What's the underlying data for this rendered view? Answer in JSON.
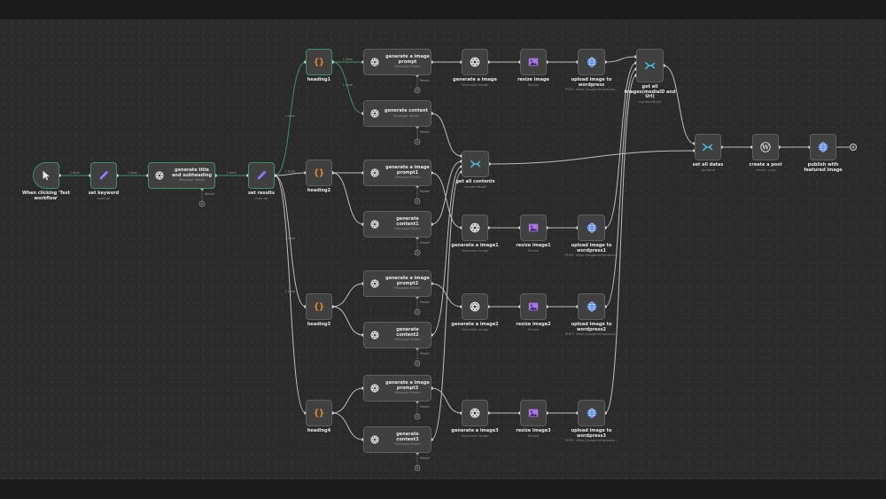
{
  "colors": {
    "canvas": "#2b2b2b",
    "node_bg": "#404040",
    "edge_default": "#bdbdbd",
    "edge_active": "#3f8f66",
    "code_icon": "#f59332",
    "openai_icon": "#e6e6e6",
    "image_icon": "#a777e3",
    "http_icon": "#4f7fd8",
    "merge_icon": "#4ec3e0",
    "set_icon": "#8a7dff"
  },
  "nodes": {
    "trigger": {
      "title": "When clicking 'Test workflow'",
      "icon": "cursor-icon"
    },
    "set_keyword": {
      "title": "set keyword",
      "sub": "manual",
      "icon": "pencil-icon"
    },
    "gen_title": {
      "title": "generate title and subheading",
      "sub": "Message Model",
      "icon": "openai-icon"
    },
    "set_results": {
      "title": "set results",
      "sub": "manual",
      "icon": "pencil-icon"
    },
    "heading1": {
      "title": "heading1",
      "icon": "code-icon"
    },
    "heading2": {
      "title": "heading2",
      "icon": "code-icon"
    },
    "heading3": {
      "title": "heading3",
      "icon": "code-icon"
    },
    "heading4": {
      "title": "heading4",
      "icon": "code-icon"
    },
    "gip": {
      "title": "generate a image prompt",
      "sub": "Message Model"
    },
    "gip1": {
      "title": "generate a image prompt1",
      "sub": "Message Model"
    },
    "gip2": {
      "title": "generate a image prompt2",
      "sub": "Message Model"
    },
    "gip3": {
      "title": "generate a image prompt3",
      "sub": "Message Model"
    },
    "gc": {
      "title": "generate content",
      "sub": "Message Model"
    },
    "gc1": {
      "title": "generate content1",
      "sub": "Message Model"
    },
    "gc2": {
      "title": "generate content2",
      "sub": "Message Model"
    },
    "gc3": {
      "title": "generate content3",
      "sub": "Message Model"
    },
    "get_all_contents": {
      "title": "get all contents",
      "sub": "combineByAll"
    },
    "gi": {
      "title": "generate a image",
      "sub": "Generate Image"
    },
    "gi1": {
      "title": "generate a image1",
      "sub": "Generate Image"
    },
    "gi2": {
      "title": "generate a image2",
      "sub": "Generate Image"
    },
    "gi3": {
      "title": "generate a image3",
      "sub": "Generate Image"
    },
    "ri": {
      "title": "resize image",
      "sub": "Resize"
    },
    "ri1": {
      "title": "resize image1",
      "sub": "Resize"
    },
    "ri2": {
      "title": "resize image2",
      "sub": "Resize"
    },
    "ri3": {
      "title": "resize image3",
      "sub": "Resize"
    },
    "up": {
      "title": "upload image to wordpress",
      "sub": "POST: https://sogamimplessio..."
    },
    "up1": {
      "title": "upload image to wordpress1",
      "sub": "POST: https://sogamimplessio..."
    },
    "up2": {
      "title": "upload image to wordpress2",
      "sub": "POST: https://sogamimplessio..."
    },
    "up3": {
      "title": "upload image to wordpress3",
      "sub": "POST: https://sogamimplessio..."
    },
    "get_all_images": {
      "title": "get all images(mediaID and Url)",
      "sub": "combineByAll"
    },
    "set_all_datas": {
      "title": "set all datas",
      "sub": "combine"
    },
    "create_post": {
      "title": "create a post",
      "sub": "create: post"
    },
    "publish": {
      "title": "publish with featured image"
    }
  },
  "edge_labels": {
    "items_1": "1 item",
    "model": "Model"
  }
}
